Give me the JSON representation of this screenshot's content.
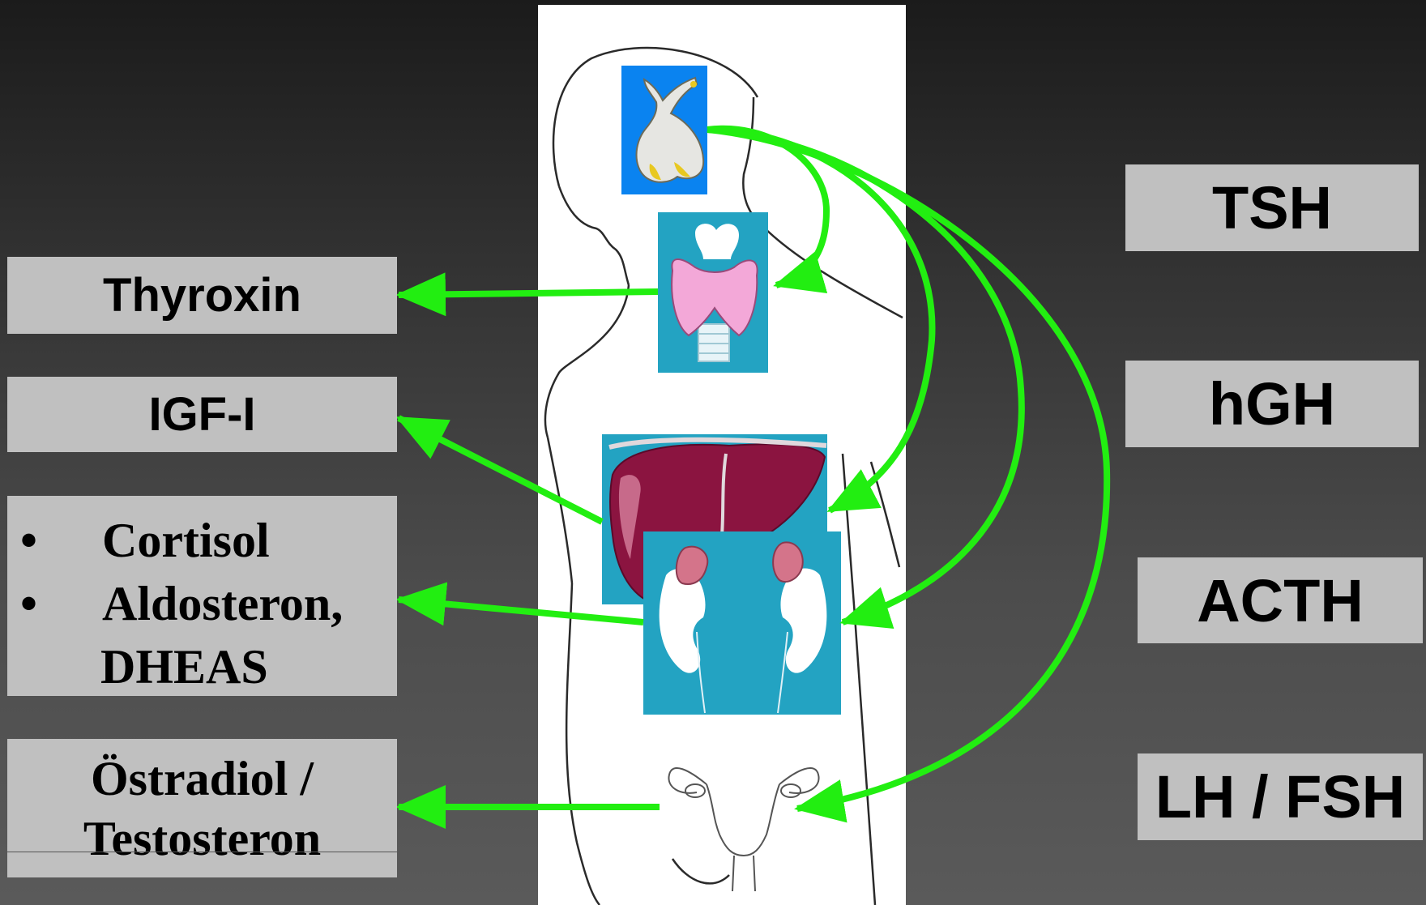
{
  "left_labels": {
    "thyroxin": "Thyroxin",
    "igf": "IGF-I",
    "adrenal_hormones": [
      "Cortisol",
      "Aldosteron,"
    ],
    "adrenal_extra": "DHEAS",
    "gonadal_line1": "Östradiol /",
    "gonadal_line2": "Testosteron"
  },
  "right_labels": {
    "tsh": "TSH",
    "hgh": "hGH",
    "acth": "ACTH",
    "lh_fsh": "LH / FSH"
  },
  "bullet_char": "•",
  "colors": {
    "arrow": "#22ee11",
    "box": "#c0c0c0",
    "organ_tile": "#23a3c2",
    "pituitary_tile": "#0a83f0",
    "liver": "#8b1440",
    "thyroid": "#f3a8d8"
  },
  "icons": [
    "pituitary-gland-icon",
    "thyroid-gland-icon",
    "liver-icon",
    "kidney-adrenal-icon",
    "uterus-ovaries-icon",
    "body-silhouette"
  ]
}
